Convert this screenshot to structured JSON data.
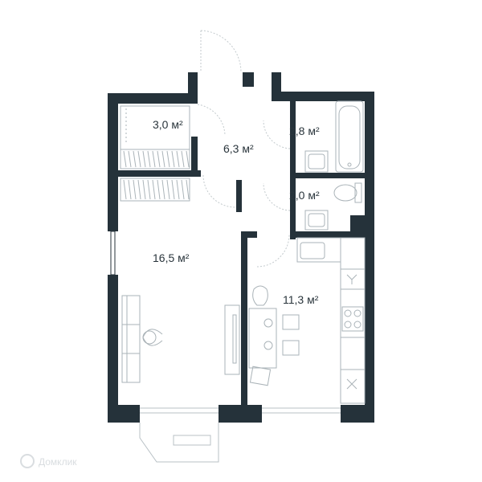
{
  "rooms": [
    {
      "id": "wardrobe",
      "area": "3,0 м²"
    },
    {
      "id": "hall",
      "area": "6,3 м²"
    },
    {
      "id": "bathroom",
      "area": "2,8 м²"
    },
    {
      "id": "toilet",
      "area": "2,0 м²"
    },
    {
      "id": "living",
      "area": "16,5 м²"
    },
    {
      "id": "kitchen",
      "area": "11,3 м²"
    }
  ],
  "watermark": "Домклик",
  "colors": {
    "wall": "#25323a",
    "fixture": "#aab3b8",
    "background": "#ffffff"
  }
}
